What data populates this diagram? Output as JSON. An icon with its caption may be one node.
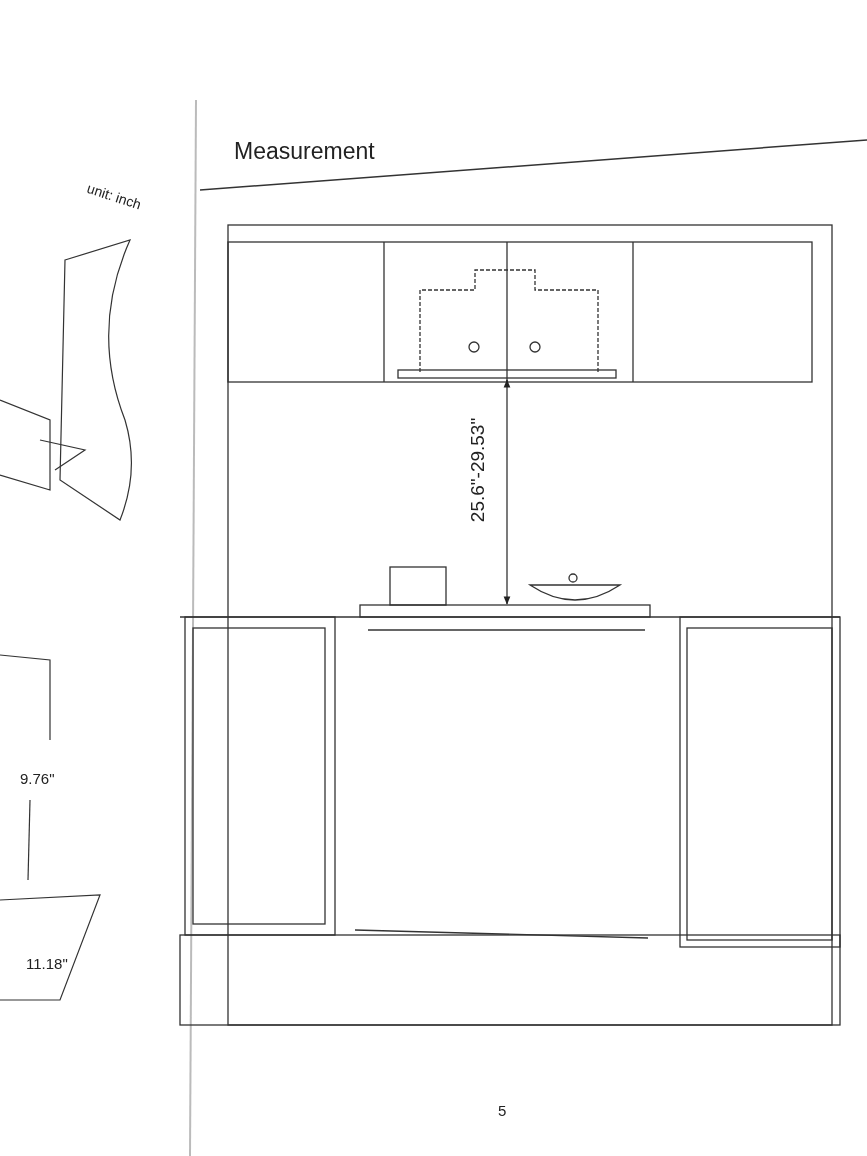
{
  "diagram": {
    "title": "Measurement",
    "labels": [
      "unit: inch",
      "9.76\"",
      "11.18\"",
      "25.6\"-29.53\"",
      "5"
    ]
  }
}
